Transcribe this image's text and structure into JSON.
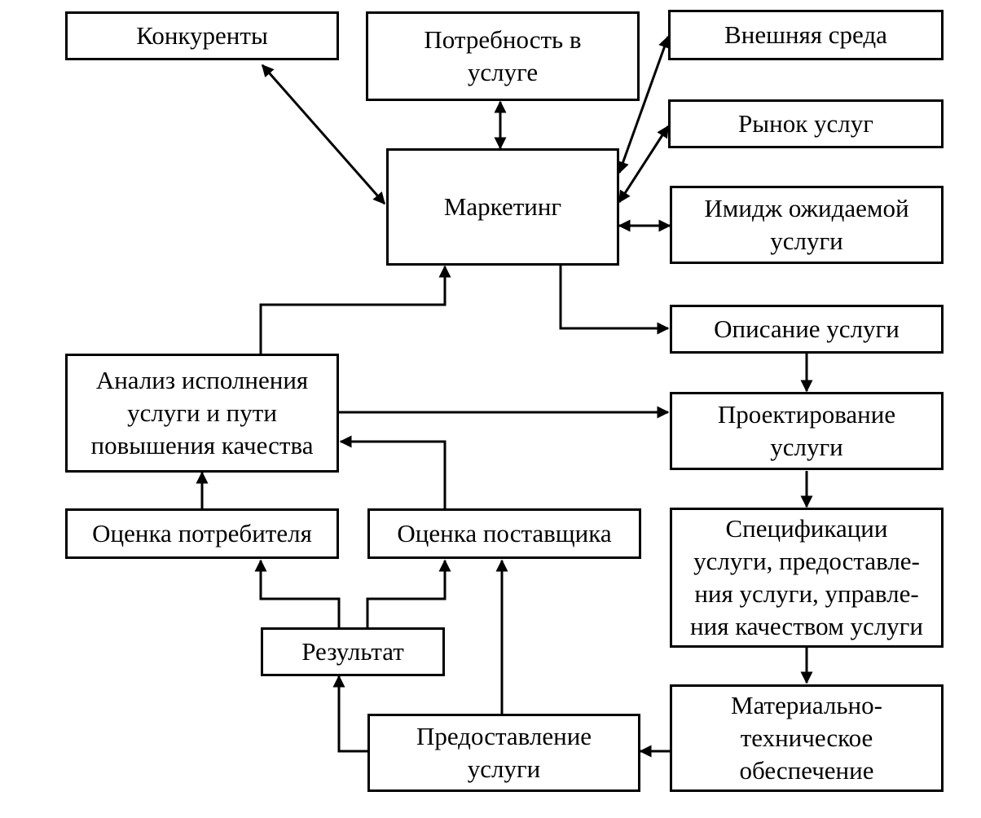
{
  "nodes": {
    "competitors": "Конкуренты",
    "need": "Потребность в\nуслуге",
    "environment": "Внешняя среда",
    "market": "Рынок услуг",
    "marketing": "Маркетинг",
    "image": "Имидж ожидаемой\nуслуги",
    "description": "Описание услуги",
    "analysis": "Анализ исполнения\nуслуги и пути\nповышения качества",
    "design": "Проектирование\nуслуги",
    "consumer_eval": "Оценка потребителя",
    "supplier_eval": "Оценка поставщика",
    "specs": "Спецификации\nуслуги, предоставле-\nния услуги, управле-\nния качеством услуги",
    "result": "Результат",
    "delivery": "Предоставление\nуслуги",
    "logistics": "Материально-\nтехническое\nобеспечение"
  },
  "colors": {
    "stroke": "#000000",
    "background": "#ffffff"
  }
}
